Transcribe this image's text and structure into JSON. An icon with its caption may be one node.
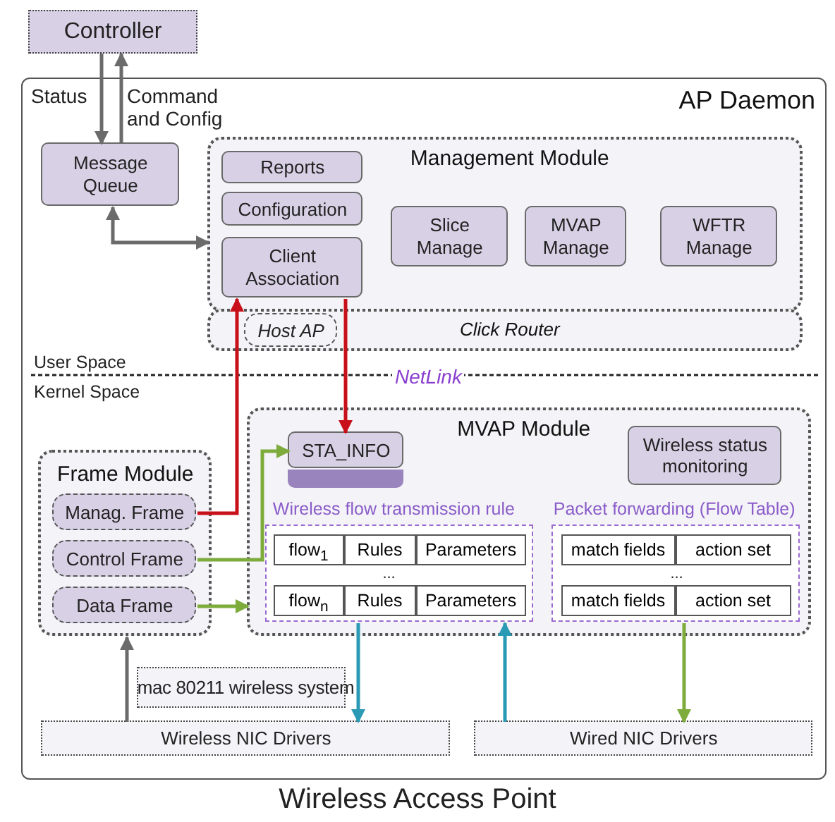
{
  "diagram": {
    "caption": "Wireless Access Point",
    "nodes": [
      {
        "text": [
          "Controller"
        ]
      },
      {
        "text": [
          "AP Daemon"
        ]
      },
      {
        "text": [
          "Message Queue"
        ],
        "in": 1
      },
      {
        "text": [
          "Management Module"
        ],
        "in": 1
      },
      {
        "text": [
          "Reports"
        ],
        "in": 3
      },
      {
        "text": [
          "Configuration"
        ],
        "in": 3
      },
      {
        "text": [
          "Client Association"
        ],
        "in": 3
      },
      {
        "text": [
          "Slice Manage"
        ],
        "in": 3
      },
      {
        "text": [
          "MVAP Manage"
        ],
        "in": 3
      },
      {
        "text": [
          "WFTR Manage"
        ],
        "in": 3
      },
      {
        "text": [
          "Click Router"
        ],
        "in": 1
      },
      {
        "text": [
          "Host AP"
        ],
        "in": 10
      },
      {
        "text": [
          "Frame Module"
        ],
        "in": 1
      },
      {
        "text": [
          "Manag. Frame"
        ],
        "in": 12
      },
      {
        "text": [
          "Control Frame"
        ],
        "in": 12
      },
      {
        "text": [
          "Data Frame"
        ],
        "in": 12
      },
      {
        "text": [
          "MVAP Module"
        ],
        "in": 1
      },
      {
        "text": [
          "STA_INFO"
        ],
        "in": 16
      },
      {
        "text": [
          "Wireless status monitoring"
        ],
        "in": 16
      },
      {
        "text": [
          "Wireless flow transmission rule"
        ],
        "in": 16
      },
      {
        "text": [
          "Packet forwarding (Flow Table)"
        ],
        "in": 16
      },
      {
        "text": [
          "mac 80211 wireless system"
        ],
        "in": 1
      },
      {
        "text": [
          "Wireless NIC Drivers"
        ],
        "in": 1
      },
      {
        "text": [
          "Wired NIC Drivers"
        ],
        "in": 1
      }
    ],
    "edges": [
      {
        "from": 0,
        "to": 2,
        "arrow": "to",
        "label": "Status"
      },
      {
        "from": 2,
        "to": 0,
        "arrow": "to",
        "label": "Command and Config"
      },
      {
        "from": 2,
        "to": 3,
        "arrow": "both"
      },
      {
        "from": 13,
        "to": 6,
        "arrow": "to",
        "color": "#c8101a"
      },
      {
        "from": 6,
        "to": 17,
        "arrow": "to",
        "color": "#c8101a"
      },
      {
        "from": 14,
        "to": 17,
        "arrow": "to",
        "color": "#7dab3c"
      },
      {
        "from": 15,
        "to": 16,
        "arrow": "to",
        "color": "#7dab3c"
      },
      {
        "from": 22,
        "to": 12,
        "arrow": "to"
      },
      {
        "from": 19,
        "to": 22,
        "arrow": "to",
        "color": "#2b9ab5"
      },
      {
        "from": 23,
        "to": 19,
        "arrow": "to",
        "color": "#2b9ab5"
      },
      {
        "from": 20,
        "to": 23,
        "arrow": "to",
        "color": "#7dab3c"
      }
    ],
    "labels": [
      "User Space",
      "NetLink",
      "Kernel Space",
      "flow$_{1}$",
      "Rules",
      "Parameters",
      "...",
      "flow$_{n}$",
      "Rules",
      "Parameters",
      "match fields",
      "action set",
      "...",
      "match fields",
      "action set"
    ]
  }
}
